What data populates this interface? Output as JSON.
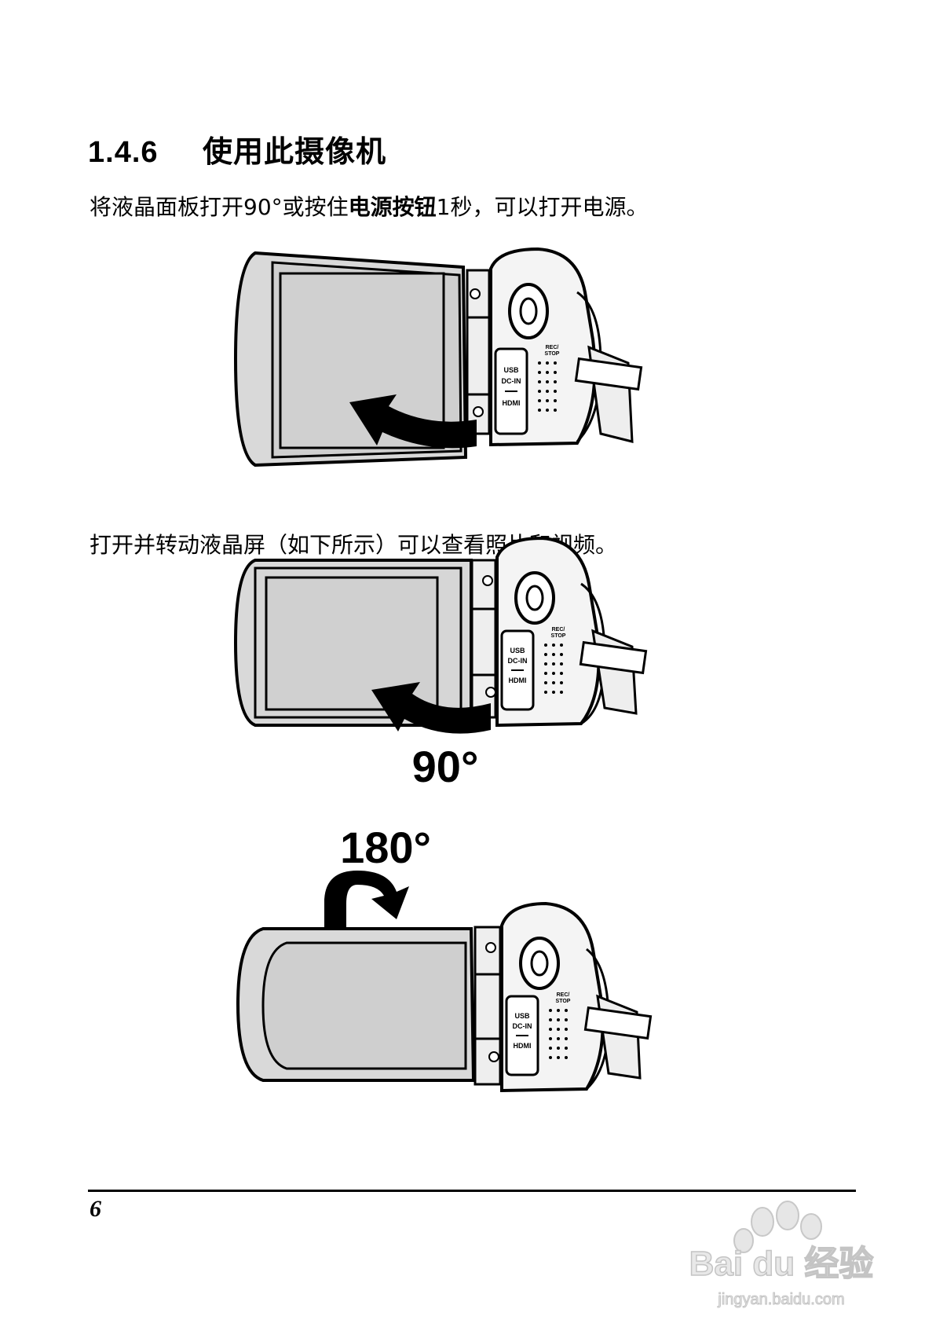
{
  "section": {
    "number": "1.4.6",
    "title": "使用此摄像机"
  },
  "paragraph1": {
    "pre": "将液晶面板打开90°或按住",
    "bold": "电源按钮",
    "post": "1秒，可以打开电源。"
  },
  "paragraph2": "打开并转动液晶屏（如下所示）可以查看照片和视频。",
  "camera_labels": {
    "usb": "USB",
    "dcin": "DC-IN",
    "hdmi": "HDMI",
    "rec": "REC/",
    "stop": "STOP"
  },
  "figure2": {
    "angle_label": "90°"
  },
  "figure3": {
    "angle_label": "180°"
  },
  "footer": {
    "page_number": "6"
  },
  "watermark": {
    "brand": "Bai du 经验",
    "url": "jingyan.baidu.com"
  },
  "colors": {
    "lcd_fill": "#d9d9d9",
    "body_fill": "#f4f4f4",
    "ink": "#000000"
  }
}
